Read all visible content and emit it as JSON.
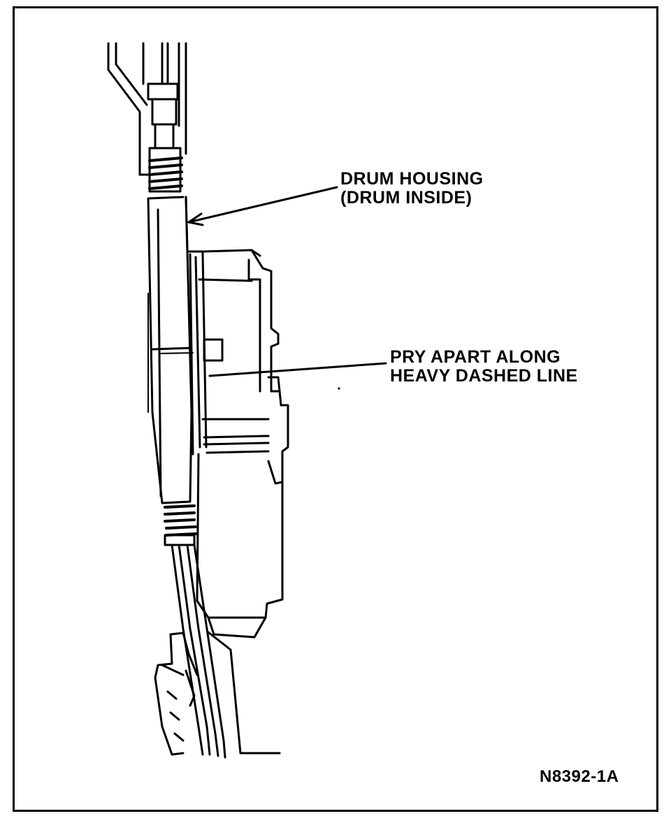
{
  "labels": {
    "drum_housing_line1": "DRUM HOUSING",
    "drum_housing_line2": "(DRUM INSIDE)",
    "pry_apart_line1": "PRY APART ALONG",
    "pry_apart_line2": "HEAVY DASHED LINE",
    "figure_id": "N8392-1A"
  },
  "colors": {
    "ink": "#000000",
    "paper": "#ffffff"
  }
}
